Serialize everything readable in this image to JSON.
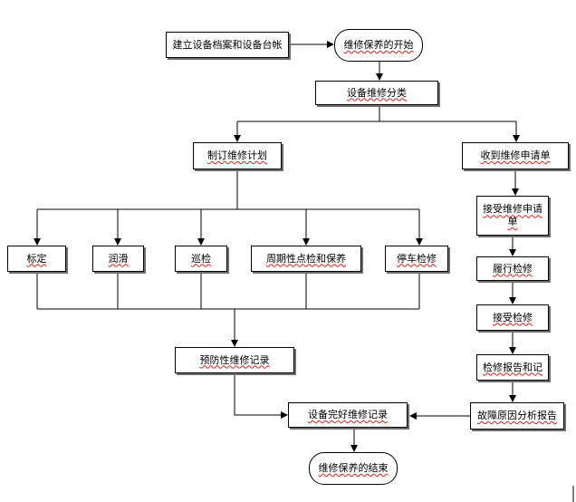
{
  "nodes": {
    "archive": "建立设备档案和设备台帐",
    "start": "维修保养的开始",
    "classify": "设备维修分类",
    "plan": "制订维修计划",
    "receive_request": "收到维修申请单",
    "accept_request": "接受维修申请单",
    "calibrate": "标定",
    "lubricate": "润滑",
    "patrol": "巡检",
    "periodic": "周期性点检和保养",
    "shutdown_repair": "停车检修",
    "perform_repair": "履行检修",
    "acceptance": "接受检修",
    "repair_report": "检修报告和记",
    "preventive_record": "预防性维修记录",
    "failure_report": "故障原因分析报告",
    "intact_record": "设备完好维修记录",
    "end": "维修保养的结束"
  }
}
